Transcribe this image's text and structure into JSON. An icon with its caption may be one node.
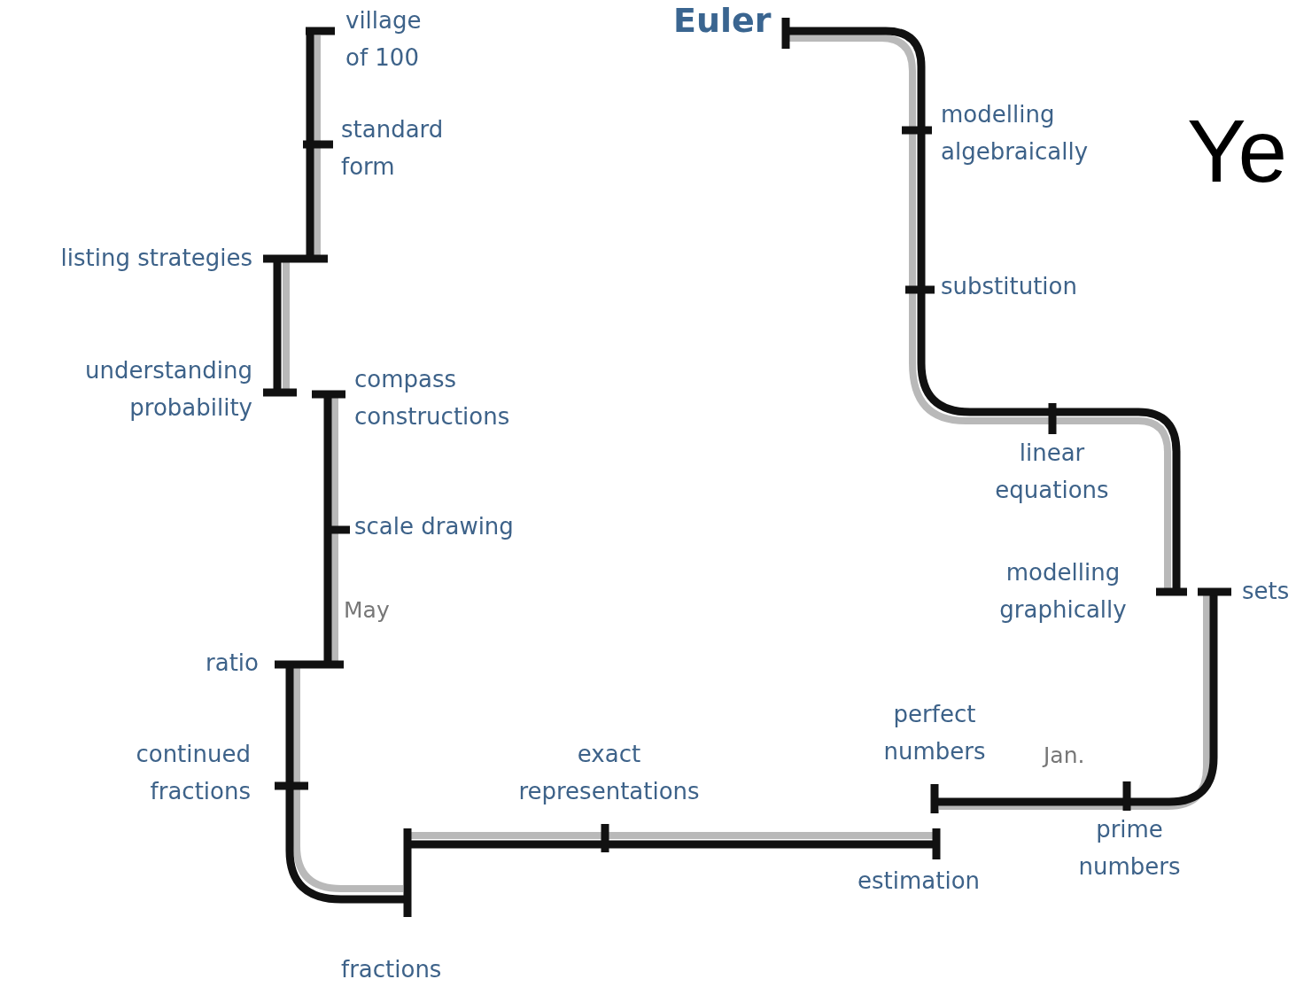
{
  "diagram": {
    "labels": [
      "village of 100",
      "Euler",
      "standard form",
      "modelling algebraically",
      "Ye",
      "listing strategies",
      "substitution",
      "understanding probability",
      "compass constructions",
      "linear equations",
      "scale drawing",
      "modelling graphically",
      "sets",
      "May",
      "ratio",
      "perfect numbers",
      "continued fractions",
      "exact representations",
      "Jan.",
      "prime numbers",
      "estimation",
      "fractions"
    ]
  }
}
